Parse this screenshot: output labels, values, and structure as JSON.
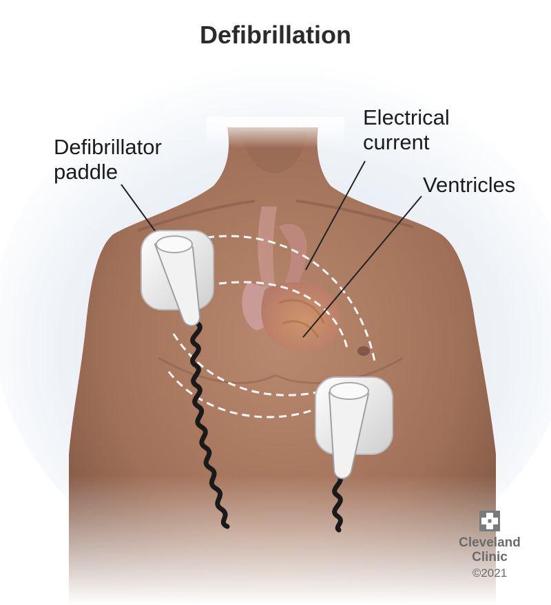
{
  "title": "Defibrillation",
  "labels": {
    "paddle": [
      "Defibrillator",
      "paddle"
    ],
    "current": [
      "Electrical",
      "current"
    ],
    "ventricles": [
      "Ventricles"
    ]
  },
  "brand": {
    "name_line1": "Cleveland",
    "name_line2": "Clinic",
    "copyright": "©2021"
  },
  "colors": {
    "skin": "#a87a62",
    "skin_shadow": "#7a5442",
    "heart": "#c98a6c",
    "paddle": "#e9e9e9",
    "cable": "#1a1a1a",
    "leader_line": "#222222",
    "current_arc": "#ffffff"
  }
}
